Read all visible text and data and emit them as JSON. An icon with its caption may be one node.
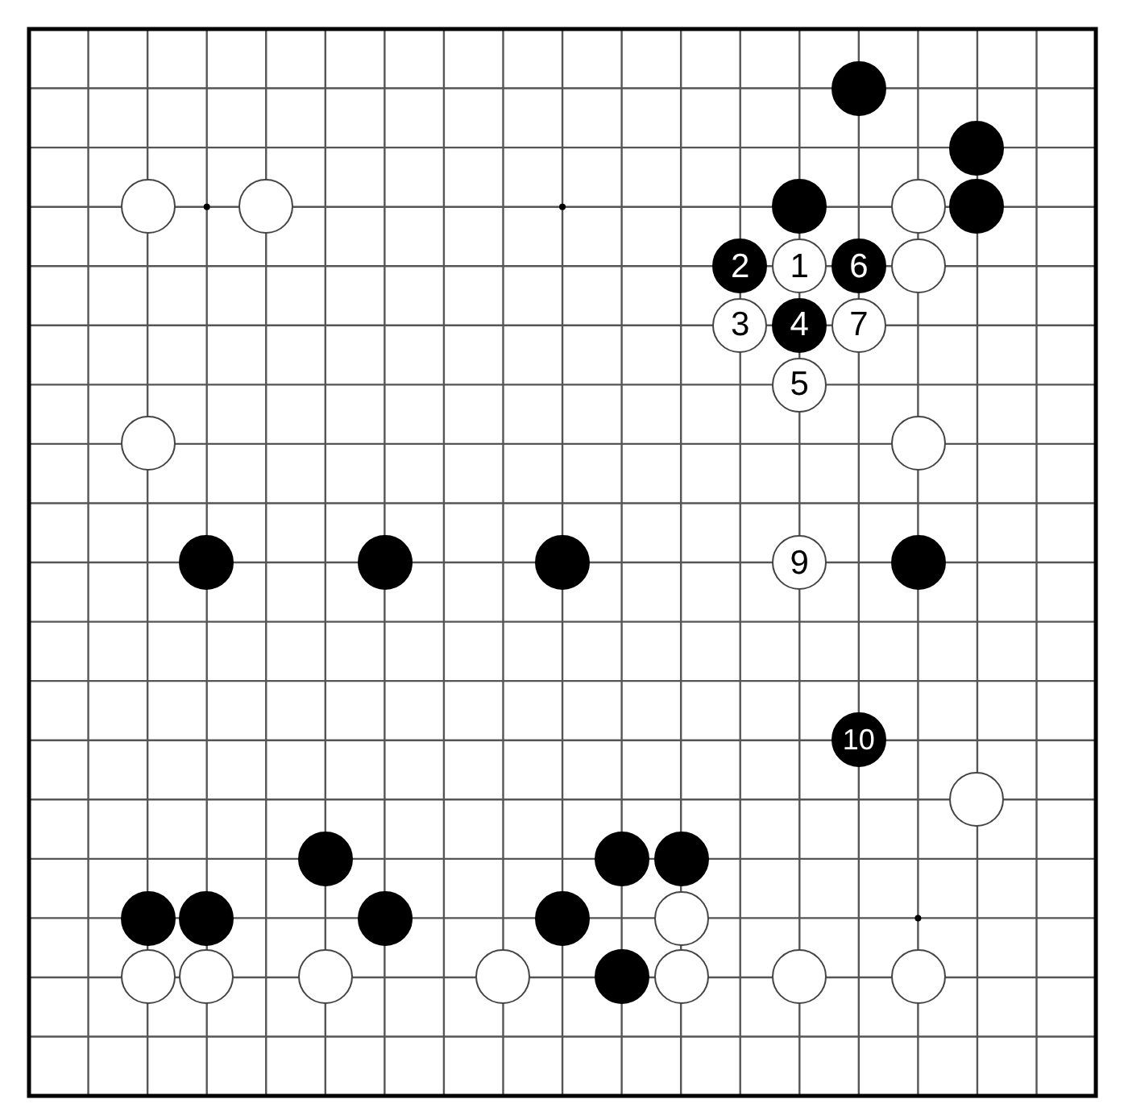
{
  "diagram": {
    "nodes": [
      {
        "text": [],
        "shape": "circle"
      },
      {
        "text": [],
        "shape": "circle"
      },
      {
        "text": [],
        "shape": "circle"
      },
      {
        "text": [],
        "shape": "circle"
      },
      {
        "text": [],
        "shape": "circle"
      },
      {
        "text": [],
        "shape": "circle"
      },
      {
        "text": [],
        "shape": "circle"
      },
      {
        "text": [
          "2"
        ]
      },
      {
        "text": [
          "1"
        ]
      },
      {
        "text": [
          "6"
        ]
      },
      {
        "text": [],
        "shape": "circle"
      },
      {
        "text": [
          "3"
        ]
      },
      {
        "text": [
          "4"
        ]
      },
      {
        "text": [
          "7"
        ]
      },
      {
        "text": [
          "5"
        ]
      },
      {
        "text": [],
        "shape": "circle"
      },
      {
        "text": [],
        "shape": "circle"
      },
      {
        "text": [],
        "shape": "circle"
      },
      {
        "text": [],
        "shape": "circle"
      },
      {
        "text": [],
        "shape": "circle"
      },
      {
        "text": [
          "9"
        ]
      },
      {
        "text": [],
        "shape": "circle"
      },
      {
        "text": [
          "10"
        ]
      },
      {
        "text": [],
        "shape": "circle"
      },
      {
        "text": [],
        "shape": "circle"
      },
      {
        "text": [],
        "shape": "circle"
      },
      {
        "text": [],
        "shape": "circle"
      },
      {
        "text": [],
        "shape": "circle"
      },
      {
        "text": [],
        "shape": "circle"
      },
      {
        "text": [],
        "shape": "circle"
      },
      {
        "text": [],
        "shape": "circle"
      },
      {
        "text": [],
        "shape": "circle"
      },
      {
        "text": [],
        "shape": "circle"
      },
      {
        "text": [],
        "shape": "circle"
      },
      {
        "text": [],
        "shape": "circle"
      },
      {
        "text": [],
        "shape": "circle"
      },
      {
        "text": [],
        "shape": "circle"
      },
      {
        "text": [],
        "shape": "circle"
      },
      {
        "text": [],
        "shape": "circle"
      },
      {
        "text": [],
        "shape": "circle"
      }
    ]
  }
}
